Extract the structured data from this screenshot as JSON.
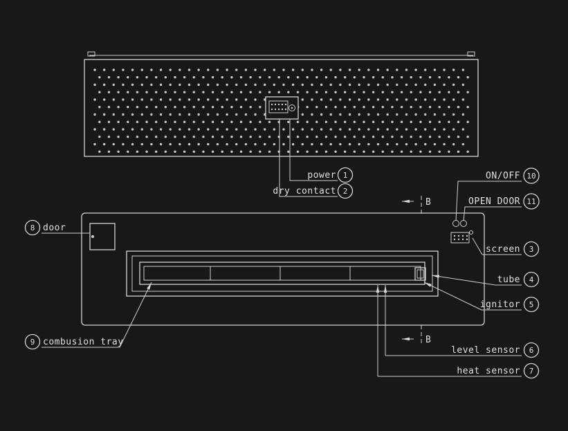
{
  "page": {
    "background": "#181818",
    "line_color": "#d6d6d6"
  },
  "section_marker": "B",
  "callouts": {
    "power": {
      "num": "1",
      "label": "power"
    },
    "dry_contact": {
      "num": "2",
      "label": "dry contact"
    },
    "screen": {
      "num": "3",
      "label": "screen"
    },
    "tube": {
      "num": "4",
      "label": "tube"
    },
    "ignitor": {
      "num": "5",
      "label": "ignitor"
    },
    "level_sensor": {
      "num": "6",
      "label": "level sensor"
    },
    "heat_sensor": {
      "num": "7",
      "label": "heat sensor"
    },
    "door": {
      "num": "8",
      "label": "door"
    },
    "combustion_tray": {
      "num": "9",
      "label": "combusion tray"
    },
    "on_off": {
      "num": "10",
      "label": "ON/OFF"
    },
    "open_door": {
      "num": "11",
      "label": "OPEN DOOR"
    }
  }
}
